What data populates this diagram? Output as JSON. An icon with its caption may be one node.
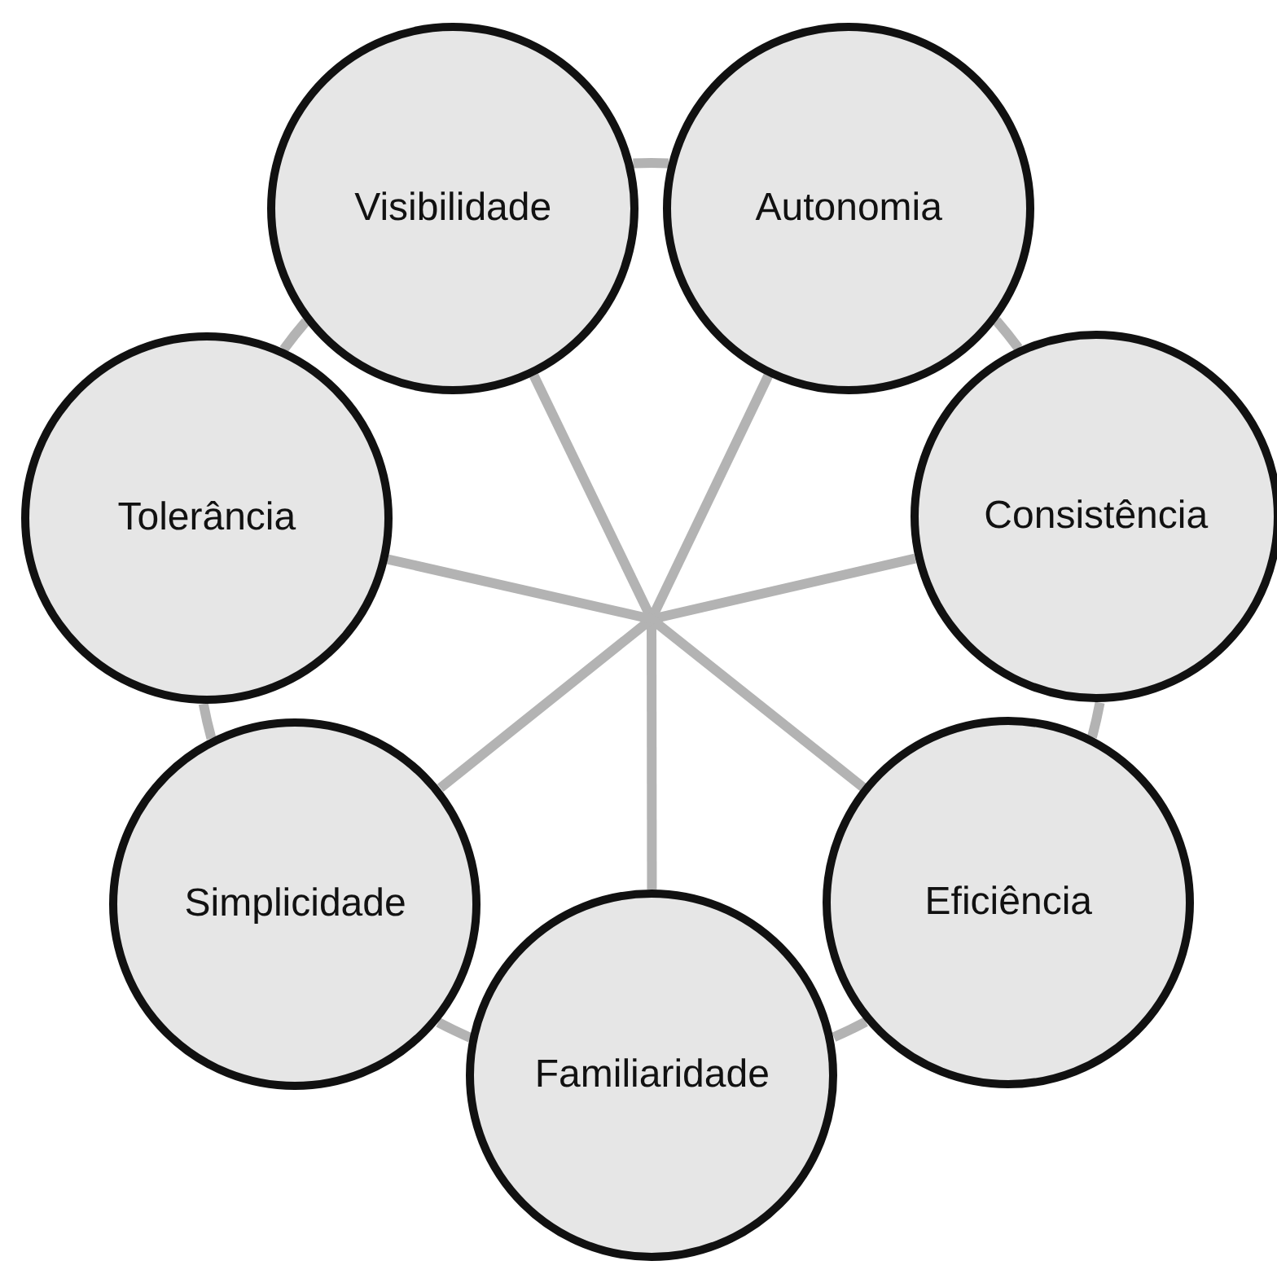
{
  "diagram": {
    "nodes": [
      {
        "text": [
          "Visibilidade"
        ]
      },
      {
        "text": [
          "Autonomia"
        ]
      },
      {
        "text": [
          "Consistência"
        ]
      },
      {
        "text": [
          "Eficiência"
        ]
      },
      {
        "text": [
          "Familiaridade"
        ]
      },
      {
        "text": [
          "Simplicidade"
        ]
      },
      {
        "text": [
          "Tolerância"
        ]
      }
    ],
    "edges": [
      {
        "from": 0,
        "to": 1,
        "arrow": "none"
      },
      {
        "from": 1,
        "to": 2,
        "arrow": "none"
      },
      {
        "from": 2,
        "to": 3,
        "arrow": "none"
      },
      {
        "from": 3,
        "to": 4,
        "arrow": "none"
      },
      {
        "from": 4,
        "to": 5,
        "arrow": "none"
      },
      {
        "from": 5,
        "to": 6,
        "arrow": "none"
      },
      {
        "from": 6,
        "to": 0,
        "arrow": "none"
      },
      {
        "from": null,
        "to": 0,
        "arrow": "none"
      },
      {
        "from": null,
        "to": 1,
        "arrow": "none"
      },
      {
        "from": null,
        "to": 2,
        "arrow": "none"
      },
      {
        "from": null,
        "to": 3,
        "arrow": "none"
      },
      {
        "from": null,
        "to": 4,
        "arrow": "none"
      },
      {
        "from": null,
        "to": 5,
        "arrow": "none"
      },
      {
        "from": null,
        "to": 6,
        "arrow": "none"
      }
    ]
  }
}
